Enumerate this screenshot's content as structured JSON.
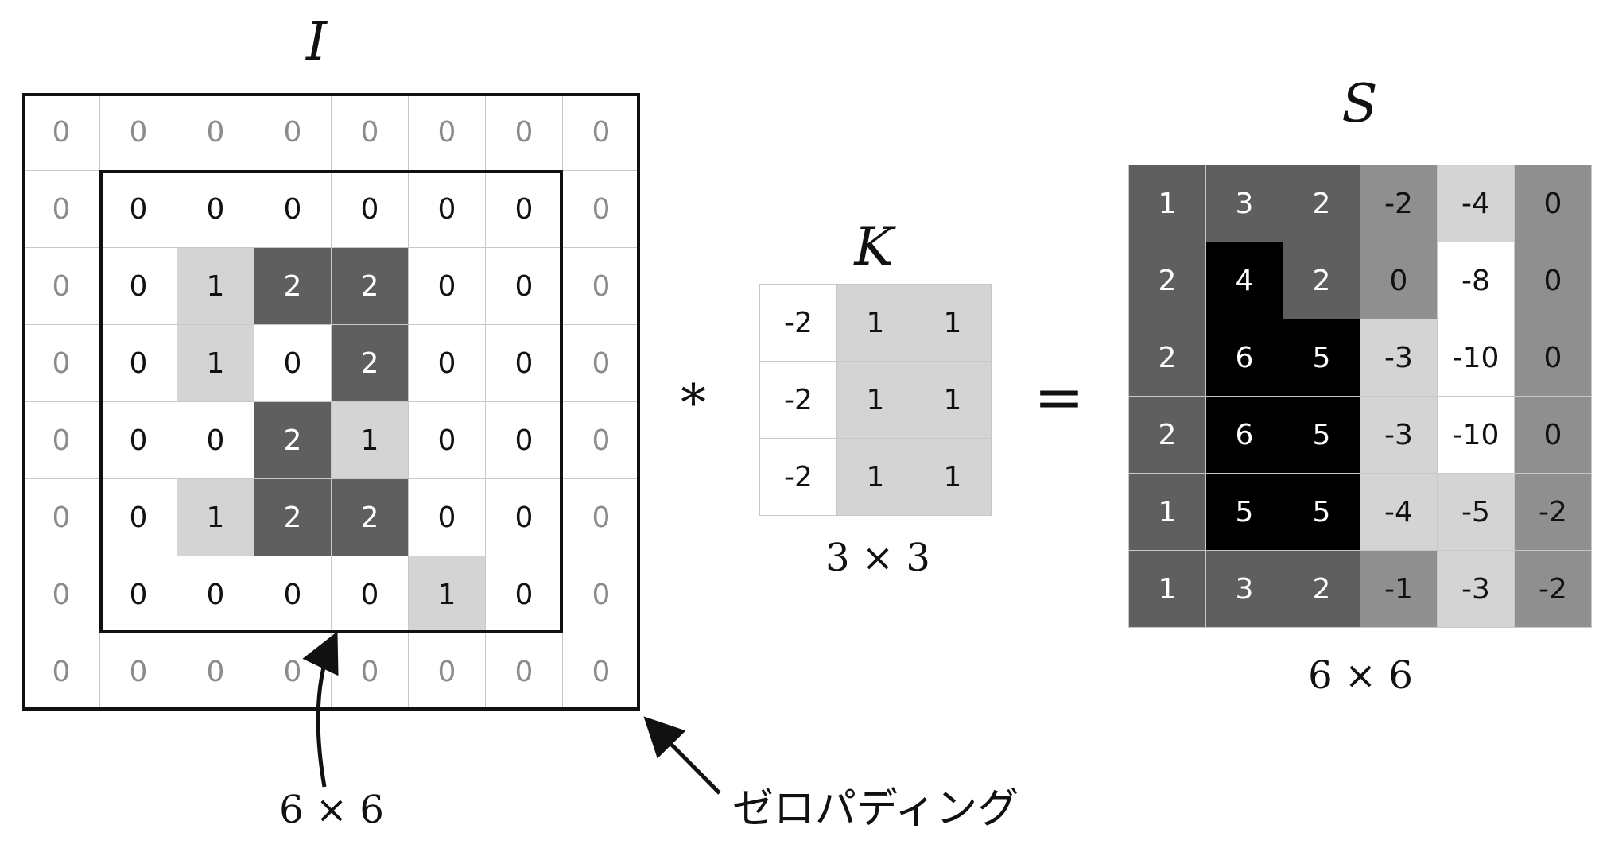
{
  "input": {
    "title": "I",
    "size_label": "6 × 6",
    "padding_label": "ゼロパディング",
    "values": [
      [
        0,
        0,
        0,
        0,
        0,
        0,
        0,
        0
      ],
      [
        0,
        0,
        0,
        0,
        0,
        0,
        0,
        0
      ],
      [
        0,
        0,
        1,
        2,
        2,
        0,
        0,
        0
      ],
      [
        0,
        0,
        1,
        0,
        2,
        0,
        0,
        0
      ],
      [
        0,
        0,
        0,
        2,
        1,
        0,
        0,
        0
      ],
      [
        0,
        0,
        1,
        2,
        2,
        0,
        0,
        0
      ],
      [
        0,
        0,
        0,
        0,
        0,
        1,
        0,
        0
      ],
      [
        0,
        0,
        0,
        0,
        0,
        0,
        0,
        0
      ]
    ]
  },
  "kernel": {
    "title": "K",
    "size_label": "3 × 3",
    "values": [
      [
        -2,
        1,
        1
      ],
      [
        -2,
        1,
        1
      ],
      [
        -2,
        1,
        1
      ]
    ]
  },
  "output": {
    "title": "S",
    "size_label": "6 × 6",
    "values": [
      [
        1,
        3,
        2,
        -2,
        -4,
        0
      ],
      [
        2,
        4,
        2,
        0,
        -8,
        0
      ],
      [
        2,
        6,
        5,
        -3,
        -10,
        0
      ],
      [
        2,
        6,
        5,
        -3,
        -10,
        0
      ],
      [
        1,
        5,
        5,
        -4,
        -5,
        -2
      ],
      [
        1,
        3,
        2,
        -1,
        -3,
        -2
      ]
    ]
  },
  "operators": {
    "convolve": "*",
    "equals": "="
  },
  "colors": {
    "input": {
      "0": "#ffffff",
      "1": "#d4d4d4",
      "2": "#5f5f5f"
    },
    "kernel": {
      "-2": "#ffffff",
      "1": "#d4d4d4"
    },
    "output": {
      "-10": "#ffffff",
      "-8": "#ffffff",
      "-5": "#d4d4d4",
      "-4": "#d4d4d4",
      "-3": "#d4d4d4",
      "-2": "#8f8f8f",
      "-1": "#8f8f8f",
      "0": "#8f8f8f",
      "1": "#5f5f5f",
      "2": "#5f5f5f",
      "3": "#5f5f5f",
      "4": "#000000",
      "5": "#000000",
      "6": "#000000"
    }
  }
}
